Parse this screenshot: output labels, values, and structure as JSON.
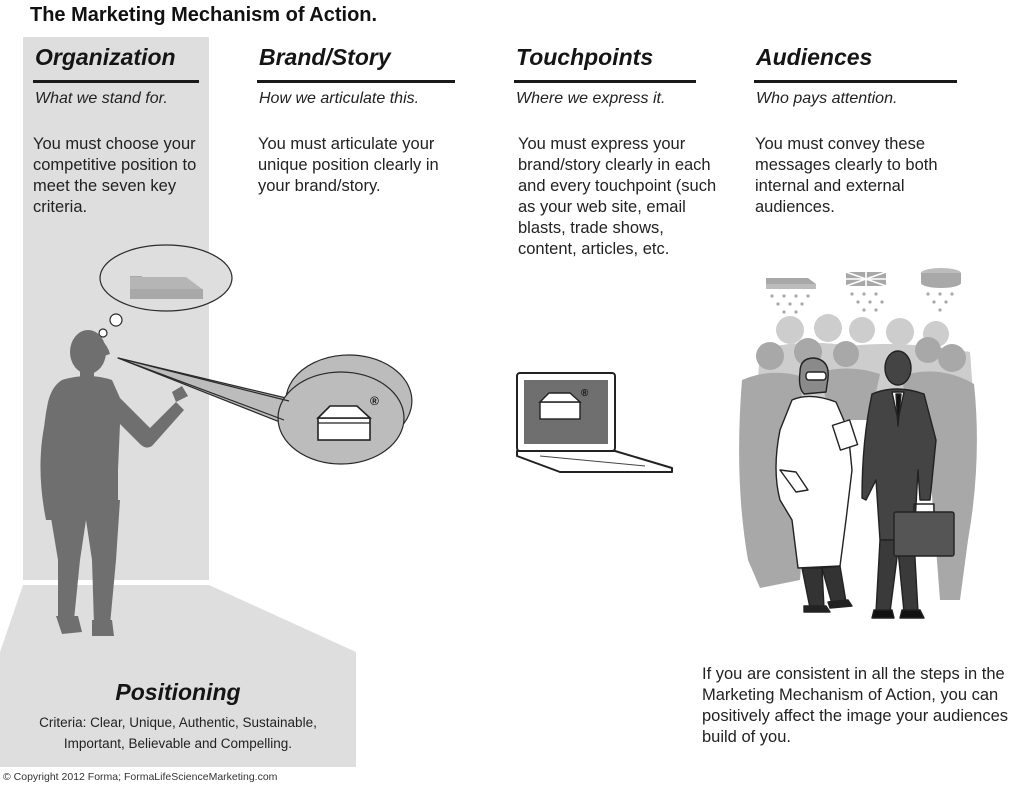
{
  "title": "The Marketing Mechanism of Action.",
  "columns": [
    {
      "heading": "Organization",
      "subheading": "What we stand for.",
      "body": "You must choose your competitive position to meet the seven key criteria."
    },
    {
      "heading": "Brand/Story",
      "subheading": "How we articulate this.",
      "body": "You must articulate your unique position clearly in your brand/story."
    },
    {
      "heading": "Touchpoints",
      "subheading": "Where we express it.",
      "body": "You must express your brand/story clearly in each and every touchpoint (such as your web site, email blasts, trade shows, content, articles, etc."
    },
    {
      "heading": "Audiences",
      "subheading": "Who pays attention.",
      "body": "You must convey these messages clearly to both internal and external audiences."
    }
  ],
  "positioning": {
    "title": "Positioning",
    "criteria": "Criteria: Clear, Unique, Authentic, Sustainable, Important, Believable and Compelling."
  },
  "conclusion": "If you are consistent in all the steps in the Marketing Mechanism of Action, you can positively affect the image your audiences build of you.",
  "registered_mark": "®",
  "copyright": "© Copyright 2012 Forma; FormaLifeScienceMarketing.com",
  "colors": {
    "panel_gray": "#dedede",
    "figure_gray": "#6f6f6f",
    "crowd_gray": "#a8a8a8",
    "rule_black": "#1a1a1a"
  }
}
